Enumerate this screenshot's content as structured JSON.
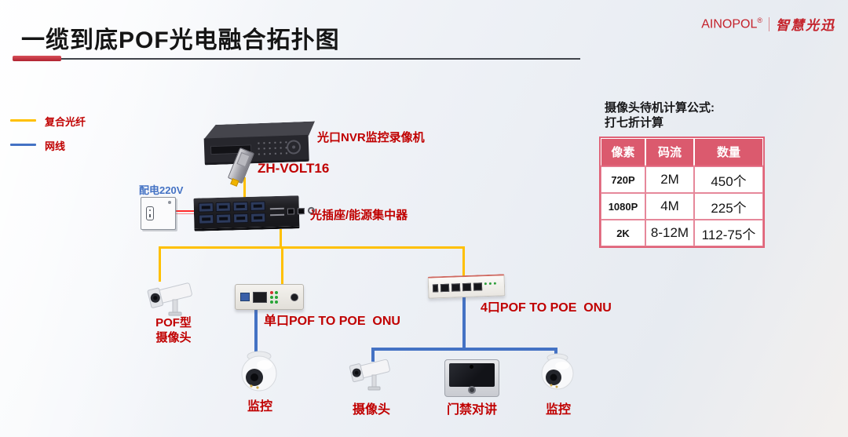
{
  "title": "一缆到底POF光电融合拓扑图",
  "logo": {
    "brand": "AINOPOL",
    "reg": "®",
    "tagline": "智慧光迅"
  },
  "legend": {
    "fiber": "复合光纤",
    "ethernet": "网线"
  },
  "colors": {
    "fiber": "#FFC000",
    "ethernet": "#4472C4",
    "label_red": "#C00000",
    "power_line": "#FF2A2A",
    "table_header": "#DB5A6E",
    "title_rule_red": "#B02230"
  },
  "diagram": {
    "nvr": "光口NVR监控录像机",
    "sfp": "ZH-VOLT16",
    "power": "配电220V",
    "hub": "光插座/能源集中器",
    "pof_cam_line1": "POF型",
    "pof_cam_line2": "摄像头",
    "onu1": "单口POF TO POE  ONU",
    "onu4": "4口POF TO POE  ONU",
    "dome1": "监控",
    "cam2": "摄像头",
    "intercom": "门禁对讲",
    "dome2": "监控"
  },
  "table": {
    "title_line1": "摄像头待机计算公式:",
    "title_line2": "打七折计算",
    "headers": [
      "像素",
      "码流",
      "数量"
    ],
    "rows": [
      [
        "720P",
        "2M",
        "450个"
      ],
      [
        "1080P",
        "4M",
        "225个"
      ],
      [
        "2K",
        "8-12M",
        "112-75个"
      ]
    ]
  }
}
